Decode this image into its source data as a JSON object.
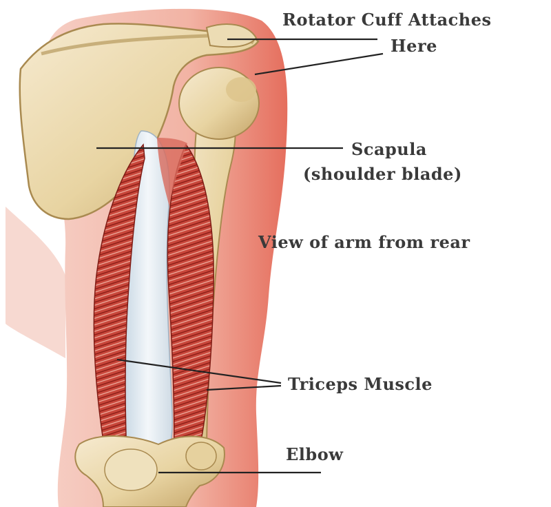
{
  "labels": {
    "rotator_cuff_line1": "Rotator Cuff Attaches",
    "rotator_cuff_line2": "Here",
    "scapula_line1": "Scapula",
    "scapula_line2": "(shoulder blade)",
    "view_caption": "View of arm from rear",
    "triceps": "Triceps Muscle",
    "elbow": "Elbow"
  },
  "colors": {
    "bone": "#e9d7a8",
    "bone_shadow": "#b89a5c",
    "skin": "#f1b2a4",
    "skin_edge": "#e0685a",
    "muscle": "#c0392b",
    "tendon": "#dde8f0",
    "leader_line": "#222222"
  }
}
